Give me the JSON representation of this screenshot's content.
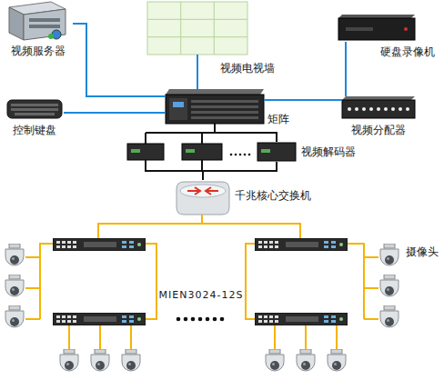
{
  "diagram": {
    "nodes": [
      {
        "text": [
          "视频服务器"
        ]
      },
      {
        "text": [
          "视频电视墙"
        ]
      },
      {
        "text": [
          "硬盘录像机"
        ]
      },
      {
        "text": [
          "控制键盘"
        ]
      },
      {
        "text": [
          "矩阵"
        ]
      },
      {
        "text": [
          "视频分配器"
        ]
      },
      {
        "text": [
          "视频解码器"
        ]
      },
      {
        "text": [
          "千兆核心交换机"
        ]
      },
      {
        "text": [
          "摄像头"
        ]
      }
    ],
    "edges": [
      {
        "from": 0,
        "to": 4,
        "arrow": "none"
      },
      {
        "from": 1,
        "to": 4,
        "arrow": "none"
      },
      {
        "from": 3,
        "to": 4,
        "arrow": "none"
      },
      {
        "from": 5,
        "to": 4,
        "arrow": "none"
      },
      {
        "from": 2,
        "to": 5,
        "arrow": "none"
      },
      {
        "from": 4,
        "to": 6,
        "arrow": "none"
      },
      {
        "from": 6,
        "to": 7,
        "arrow": "none"
      }
    ],
    "labels": [
      "MIEN3024-12S"
    ]
  }
}
